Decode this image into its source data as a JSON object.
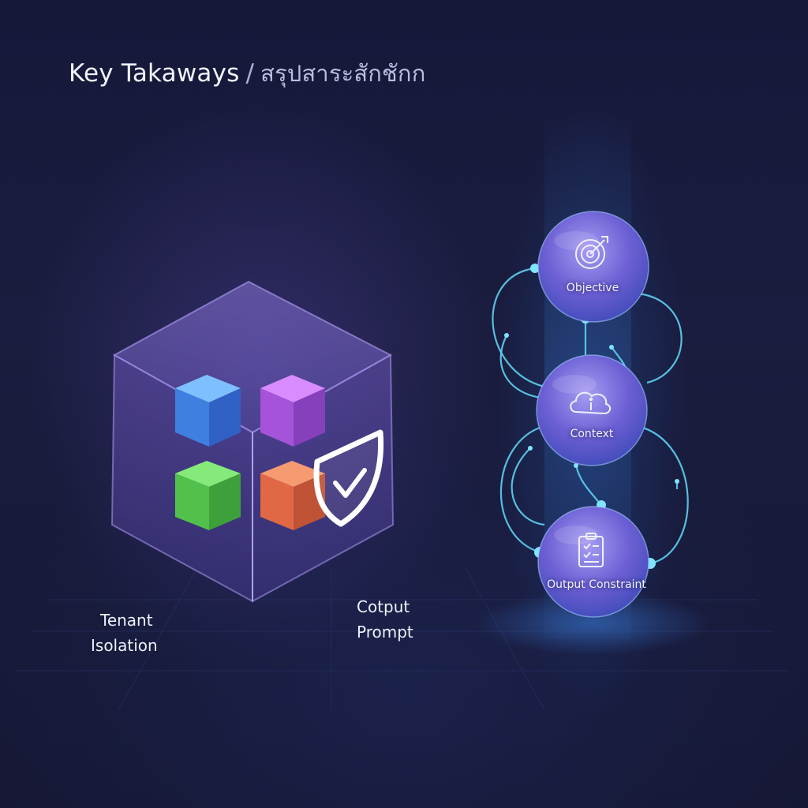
{
  "header": {
    "title": "Key Takaways",
    "separator": "/",
    "subtitle": "สรุปสาระสักชักก"
  },
  "isolation": {
    "label_line1": "Tenant",
    "label_line2": "Isolation",
    "tenants": [
      {
        "name": "blue-block",
        "color": "#4a8ff0"
      },
      {
        "name": "purple-block",
        "color": "#b45fe0"
      },
      {
        "name": "green-block",
        "color": "#58c85a"
      },
      {
        "name": "orange-block",
        "color": "#e0704a"
      }
    ]
  },
  "output": {
    "label_line1": "Cotput",
    "label_line2": "Prompt"
  },
  "prompt_stack": {
    "nodes": [
      {
        "label": "Objective",
        "icon": "target-icon"
      },
      {
        "label": "Context",
        "icon": "cloud-info-icon"
      },
      {
        "label": "Output Constraint",
        "icon": "checklist-icon"
      }
    ]
  },
  "colors": {
    "accent_cyan": "#5fd0f0",
    "container_purple": "#7a62c8",
    "background": "#171a33"
  }
}
